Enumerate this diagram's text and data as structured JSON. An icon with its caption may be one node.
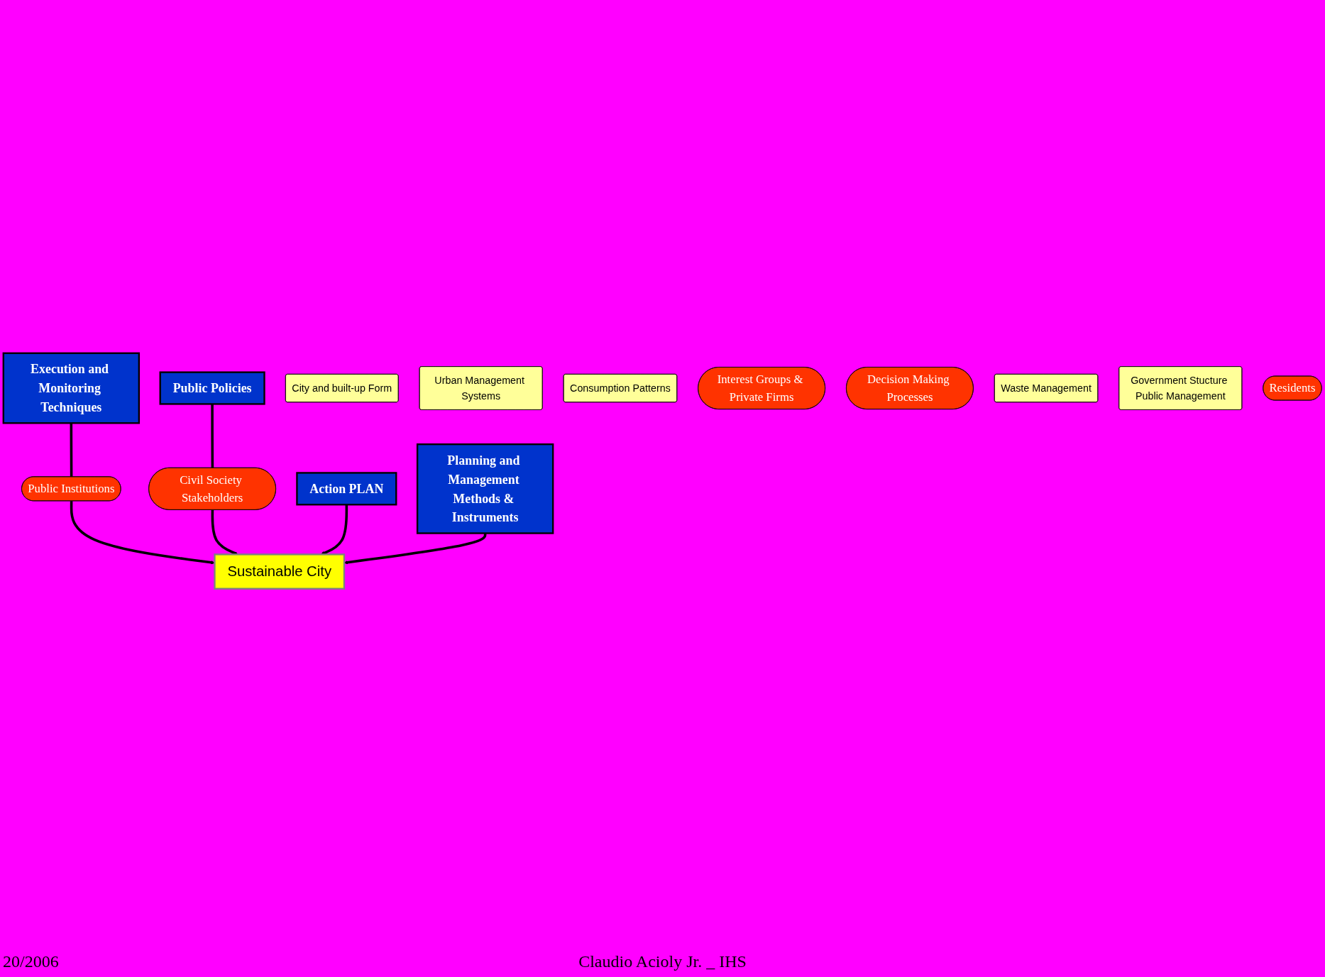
{
  "diagram": {
    "nodes": [
      {
        "text": [
          "Execution and Monitoring Techniques"
        ]
      },
      {
        "text": [
          "Public Policies"
        ]
      },
      {
        "text": [
          "City and built-up Form"
        ]
      },
      {
        "text": [
          "Public Institutions"
        ]
      },
      {
        "text": [
          "Civil Society Stakeholders"
        ]
      },
      {
        "text": [
          "Urban Management Systems"
        ]
      },
      {
        "text": [
          "Consumption Patterns"
        ]
      },
      {
        "text": [
          "Sustainable City"
        ]
      },
      {
        "text": [
          "Interest Groups & Private Firms"
        ]
      },
      {
        "text": [
          "Decision Making Processes"
        ]
      },
      {
        "text": [
          "Waste Management"
        ]
      },
      {
        "text": [
          "Government Stucture Public Management"
        ]
      },
      {
        "text": [
          "Residents"
        ]
      },
      {
        "text": [
          "Action PLAN"
        ]
      },
      {
        "text": [
          "Planning and Management Methods & Instruments"
        ]
      }
    ],
    "edges": [
      {
        "from": 0,
        "to": 3,
        "arrow": "none"
      },
      {
        "from": 3,
        "to": 7,
        "arrow": "to"
      },
      {
        "from": 1,
        "to": 4,
        "arrow": "none"
      },
      {
        "from": 4,
        "to": 7,
        "arrow": "to"
      },
      {
        "from": 13,
        "to": 7,
        "arrow": "to"
      },
      {
        "from": 14,
        "to": 7,
        "arrow": "to"
      }
    ],
    "labels": [
      "20/2006",
      "Claudio Acioly Jr. _ IHS"
    ]
  }
}
